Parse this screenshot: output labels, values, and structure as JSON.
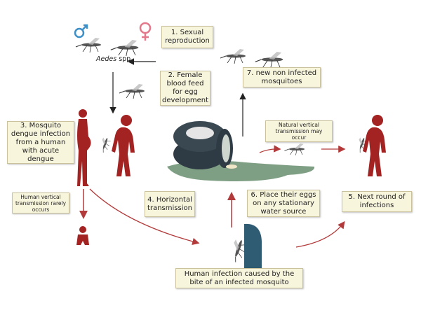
{
  "colors": {
    "human": "#a32222",
    "arrow_red": "#b23a3a",
    "arrow_dark": "#222222",
    "box_bg": "#f8f5dd",
    "male": "#3d8fc7",
    "female": "#e2788a",
    "water": "#7f9f84",
    "tire": "#2e3b44",
    "mosquito_body": "#b8302a"
  },
  "species_label": {
    "genus": "Aedes",
    "suffix": " spp."
  },
  "steps": {
    "s1": "1. Sexual reproduction",
    "s2": "2. Female blood feed for egg development",
    "s3": "3. Mosquito dengue infection from a human with acute dengue",
    "s4": "4. Horizontal transmission",
    "s5": "5. Next round of infections",
    "s6": "6. Place their eggs on any stationary water source",
    "s7": "7. new non infected mosquitoes"
  },
  "notes": {
    "human_vertical": "Human vertical transmission rarely occurs",
    "natural_vertical": "Natural vertical transmission may occur",
    "human_infection": "Human infection caused by the bite of an infected mosquito"
  },
  "icons": [
    "male-symbol-icon",
    "female-symbol-icon",
    "mosquito-icon",
    "pregnant-woman-icon",
    "sick-person-icon",
    "baby-icon",
    "tires-icon",
    "water-puddle-icon"
  ]
}
